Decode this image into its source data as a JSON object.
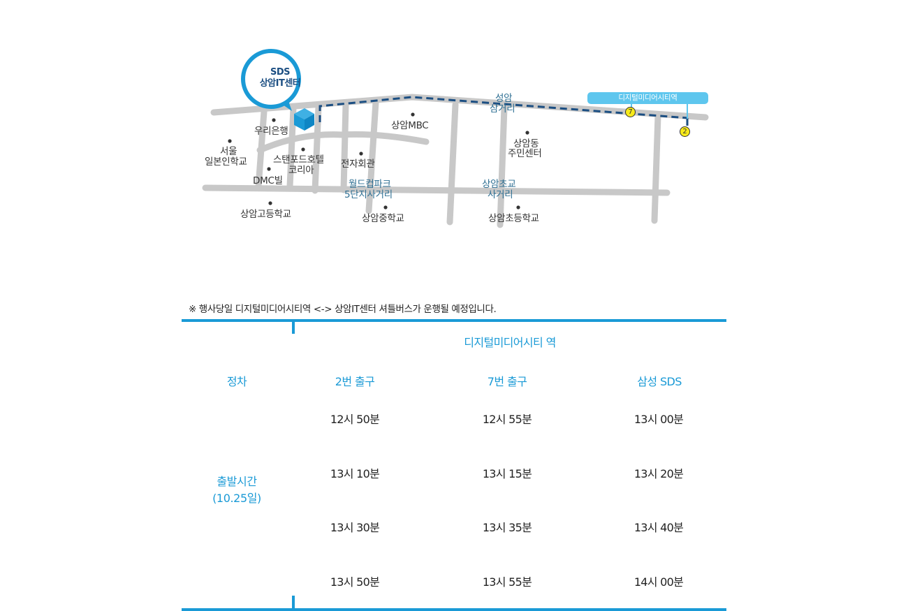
{
  "map": {
    "callout": {
      "line1": "SDS",
      "line2": "상암IT센터"
    },
    "station_label": "디지털미디어시티역",
    "exits": [
      "7",
      "2"
    ],
    "landmarks": [
      {
        "id": "woori",
        "label": "우리은행"
      },
      {
        "id": "mbc",
        "label": "상암MBC"
      },
      {
        "id": "seoul-japanese-school-1",
        "label": "서울"
      },
      {
        "id": "seoul-japanese-school-2",
        "label": "일본인학교"
      },
      {
        "id": "stanford-1",
        "label": "스탠포드호텔"
      },
      {
        "id": "stanford-2",
        "label": "코리아"
      },
      {
        "id": "electronics",
        "label": "전자회관"
      },
      {
        "id": "dmc-bill",
        "label": "DMC빌"
      },
      {
        "id": "sangam-high",
        "label": "상암고등학교"
      },
      {
        "id": "sangam-middle",
        "label": "상암중학교"
      },
      {
        "id": "community-1",
        "label": "상암동"
      },
      {
        "id": "community-2",
        "label": "주민센터"
      },
      {
        "id": "sangam-elementary",
        "label": "상암초등학교"
      }
    ],
    "intersections": [
      {
        "id": "seongam-1",
        "label": "성암"
      },
      {
        "id": "seongam-2",
        "label": "삼거리"
      },
      {
        "id": "worldcup-1",
        "label": "월드컵파크"
      },
      {
        "id": "worldcup-2",
        "label": "5단지사거리"
      },
      {
        "id": "elem-cross-1",
        "label": "상암초교"
      },
      {
        "id": "elem-cross-2",
        "label": "사거리"
      }
    ]
  },
  "notice": "※ 행사당일 디지털미디어시티역 <-> 상암IT센터 셔틀버스가 운행될 예정입니다.",
  "table": {
    "group_header": "디지털미디어시티 역",
    "columns": [
      "정차",
      "2번 출구",
      "7번 출구",
      "삼성 SDS"
    ],
    "row_label_line1": "출발시간",
    "row_label_line2": "(10.25일)",
    "rows": [
      [
        "12시 50분",
        "12시 55분",
        "13시 00분"
      ],
      [
        "13시 10분",
        "13시 15분",
        "13시 20분"
      ],
      [
        "13시 30분",
        "13시 35분",
        "13시 40분"
      ],
      [
        "13시 50분",
        "13시 55분",
        "14시 00분"
      ]
    ]
  },
  "colors": {
    "accent": "#1a9ad6",
    "road": "#c8c8c8",
    "route": "#1b4e82",
    "station": "#5ec6ee",
    "exit_badge": "#f7ea1a"
  }
}
